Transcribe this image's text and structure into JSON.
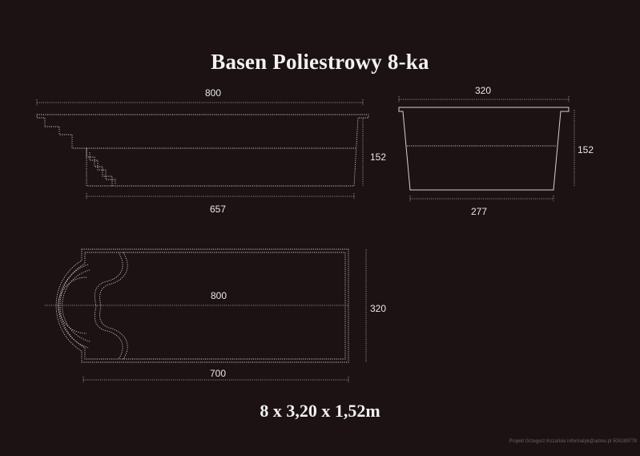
{
  "title": "Basen Poliestrowy 8-ka",
  "dimensions_text": "8 x 3,20 x 1,52m",
  "credit": "Projekt Grzegorz Kozański informatyk@adres.pl 505189778",
  "side_view": {
    "length_top": "800",
    "length_bottom": "657",
    "depth": "152"
  },
  "end_view": {
    "width_top": "320",
    "width_bottom": "277",
    "depth": "152"
  },
  "plan_view": {
    "length": "800",
    "width": "320",
    "length_straight": "700"
  }
}
